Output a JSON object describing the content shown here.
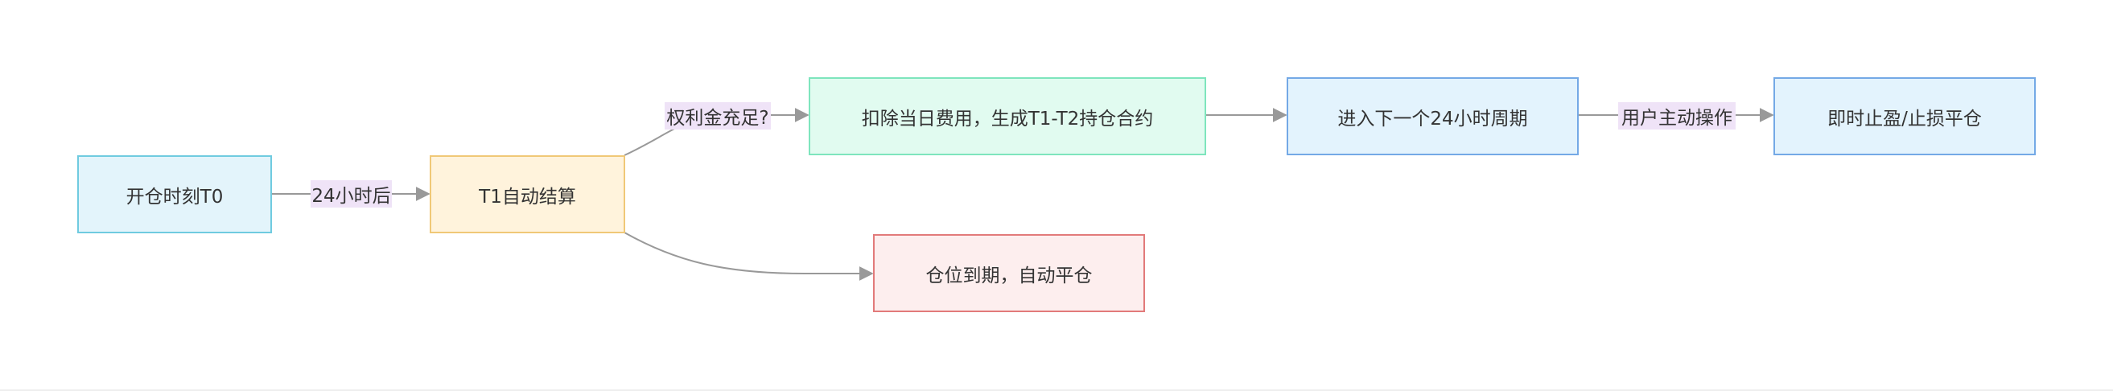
{
  "nodes": {
    "open": {
      "label": "开仓时刻T0",
      "fill": "#e3f4fb",
      "stroke": "#6fcbe0"
    },
    "settle": {
      "label": "T1自动结算",
      "fill": "#fff3dc",
      "stroke": "#f0c877"
    },
    "deduct": {
      "label": "扣除当日费用，生成T1-T2持仓合约",
      "fill": "#e1fbf0",
      "stroke": "#7ee5bd"
    },
    "expire": {
      "label": "仓位到期，自动平仓",
      "fill": "#fdeeee",
      "stroke": "#e27a7a"
    },
    "next": {
      "label": "进入下一个24小时周期",
      "fill": "#e3f3fd",
      "stroke": "#74a9e6"
    },
    "close": {
      "label": "即时止盈/止损平仓",
      "fill": "#e3f3fd",
      "stroke": "#74a9e6"
    }
  },
  "edge_labels": {
    "after_24h": "24小时后",
    "premium_enough": "权利金充足?",
    "user_action": "用户主动操作"
  },
  "colors": {
    "edge": "#999999",
    "edge_label_bg": "#efe3f7"
  }
}
